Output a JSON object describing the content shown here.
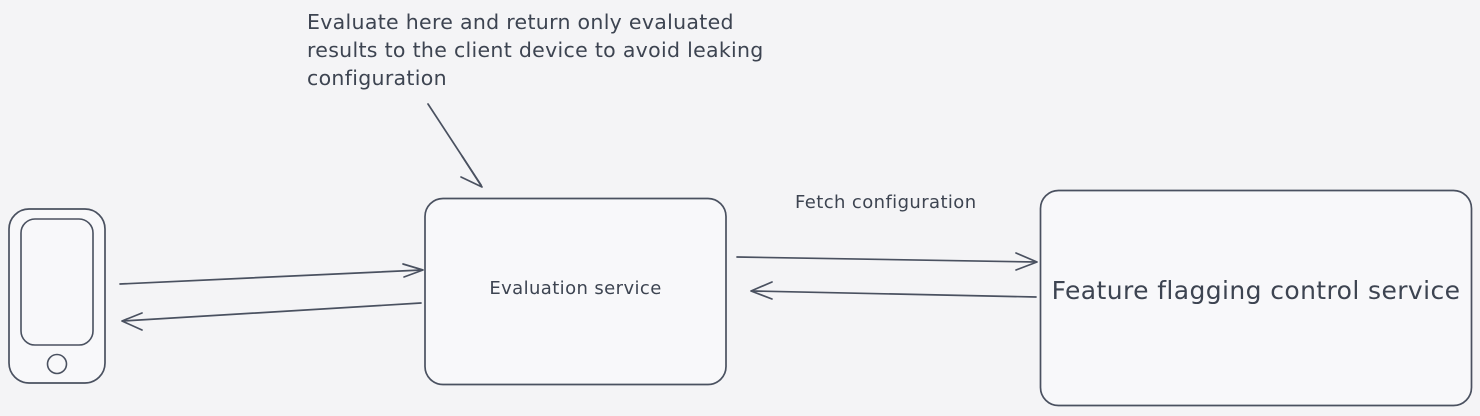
{
  "diagram": {
    "background_color": "#f4f4f6",
    "stroke_color": "#4a5160",
    "text_color": "#3d4451",
    "node_fill": "#f8f8fa",
    "annotation": {
      "lines": [
        "Evaluate here and return only evaluated",
        "results to the client device to avoid leaking",
        "configuration"
      ]
    },
    "nodes": {
      "client_device": {
        "icon": "mobile-phone-icon"
      },
      "evaluation_service": {
        "label": "Evaluation service"
      },
      "control_service": {
        "label": "Feature flagging control service"
      }
    },
    "edges": {
      "client_to_eval": {
        "label": ""
      },
      "eval_to_client": {
        "label": ""
      },
      "eval_to_control": {
        "label": "Fetch configuration"
      },
      "control_to_eval": {
        "label": ""
      },
      "annotation_pointer": {
        "label": ""
      }
    }
  }
}
